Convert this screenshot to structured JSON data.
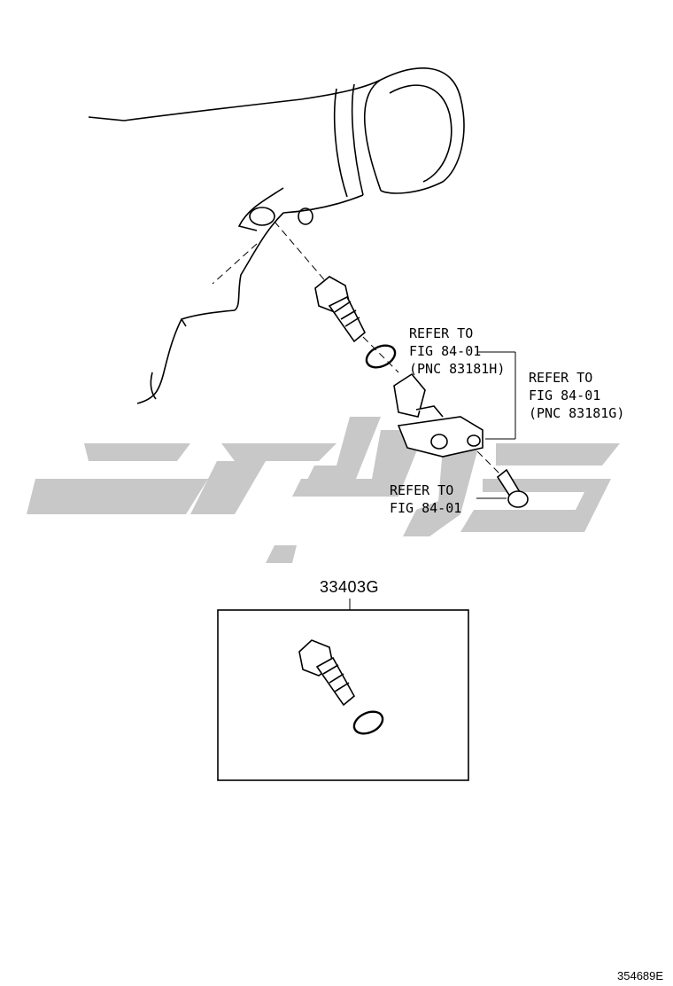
{
  "callouts": {
    "ref_1": [
      "REFER TO",
      "FIG 84-01",
      "(PNC 83181H)"
    ],
    "ref_2": [
      "REFER TO",
      "FIG 84-01",
      "(PNC 83181G)"
    ],
    "ref_3": [
      "REFER TO",
      "FIG 84-01"
    ]
  },
  "kit": {
    "part_number": "33403G"
  },
  "figure_number": "354689E",
  "watermark": {
    "color": "#c8c8c8"
  }
}
